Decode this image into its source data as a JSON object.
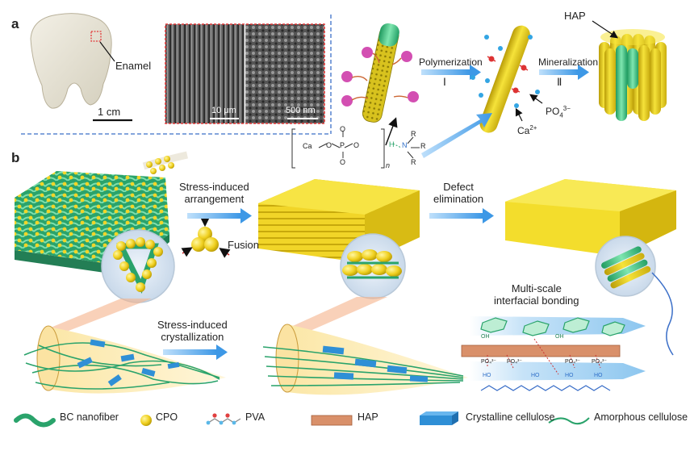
{
  "panels": {
    "a": "a",
    "b": "b"
  },
  "panel_a": {
    "enamel_label": "Enamel",
    "scale_tooth": "1 cm",
    "scale_sem1": "10 μm",
    "scale_sem2": "500 nm",
    "step1": "Polymerization",
    "step1_num": "Ⅰ",
    "step2": "Mineralization",
    "step2_num": "Ⅱ",
    "hap": "HAP",
    "po4": "PO",
    "po4_sub": "4",
    "po4_sup": "3−",
    "ca": "Ca",
    "ca_sup": "2+",
    "chem_ca": "Ca",
    "chem_p": "P",
    "chem_o": "O",
    "chem_n": "N",
    "chem_r": "R",
    "chem_h": "H",
    "chem_sub_n": "n"
  },
  "panel_b": {
    "stress_arrangement": "Stress-induced\narrangement",
    "fusion": "Fusion",
    "defect": "Defect\nelimination",
    "stress_cryst": "Stress-induced\ncrystallization",
    "multiscale": "Multi-scale\ninterfacial bonding",
    "oh": "OH",
    "ho": "HO",
    "po4_small": "PO₄³⁻"
  },
  "legend": [
    {
      "label": "BC nanofiber",
      "icon": "green-wave-icon"
    },
    {
      "label": "CPO",
      "icon": "yellow-sphere-icon"
    },
    {
      "label": "PVA",
      "icon": "molecule-icon"
    },
    {
      "label": "HAP",
      "icon": "orange-bar-icon"
    },
    {
      "label": "Crystalline cellulose",
      "icon": "blue-prism-icon"
    },
    {
      "label": "Amorphous cellulose",
      "icon": "green-line-icon"
    }
  ],
  "colors": {
    "green": "#3ec28a",
    "yellow": "#f2dc2e",
    "blue_arrow": "#4aa3e8",
    "hap_orange": "#d9906a",
    "cryst_blue": "#2f8fd6",
    "dashed_blue": "#3b6fc8",
    "dashed_red": "#e23a3a"
  }
}
